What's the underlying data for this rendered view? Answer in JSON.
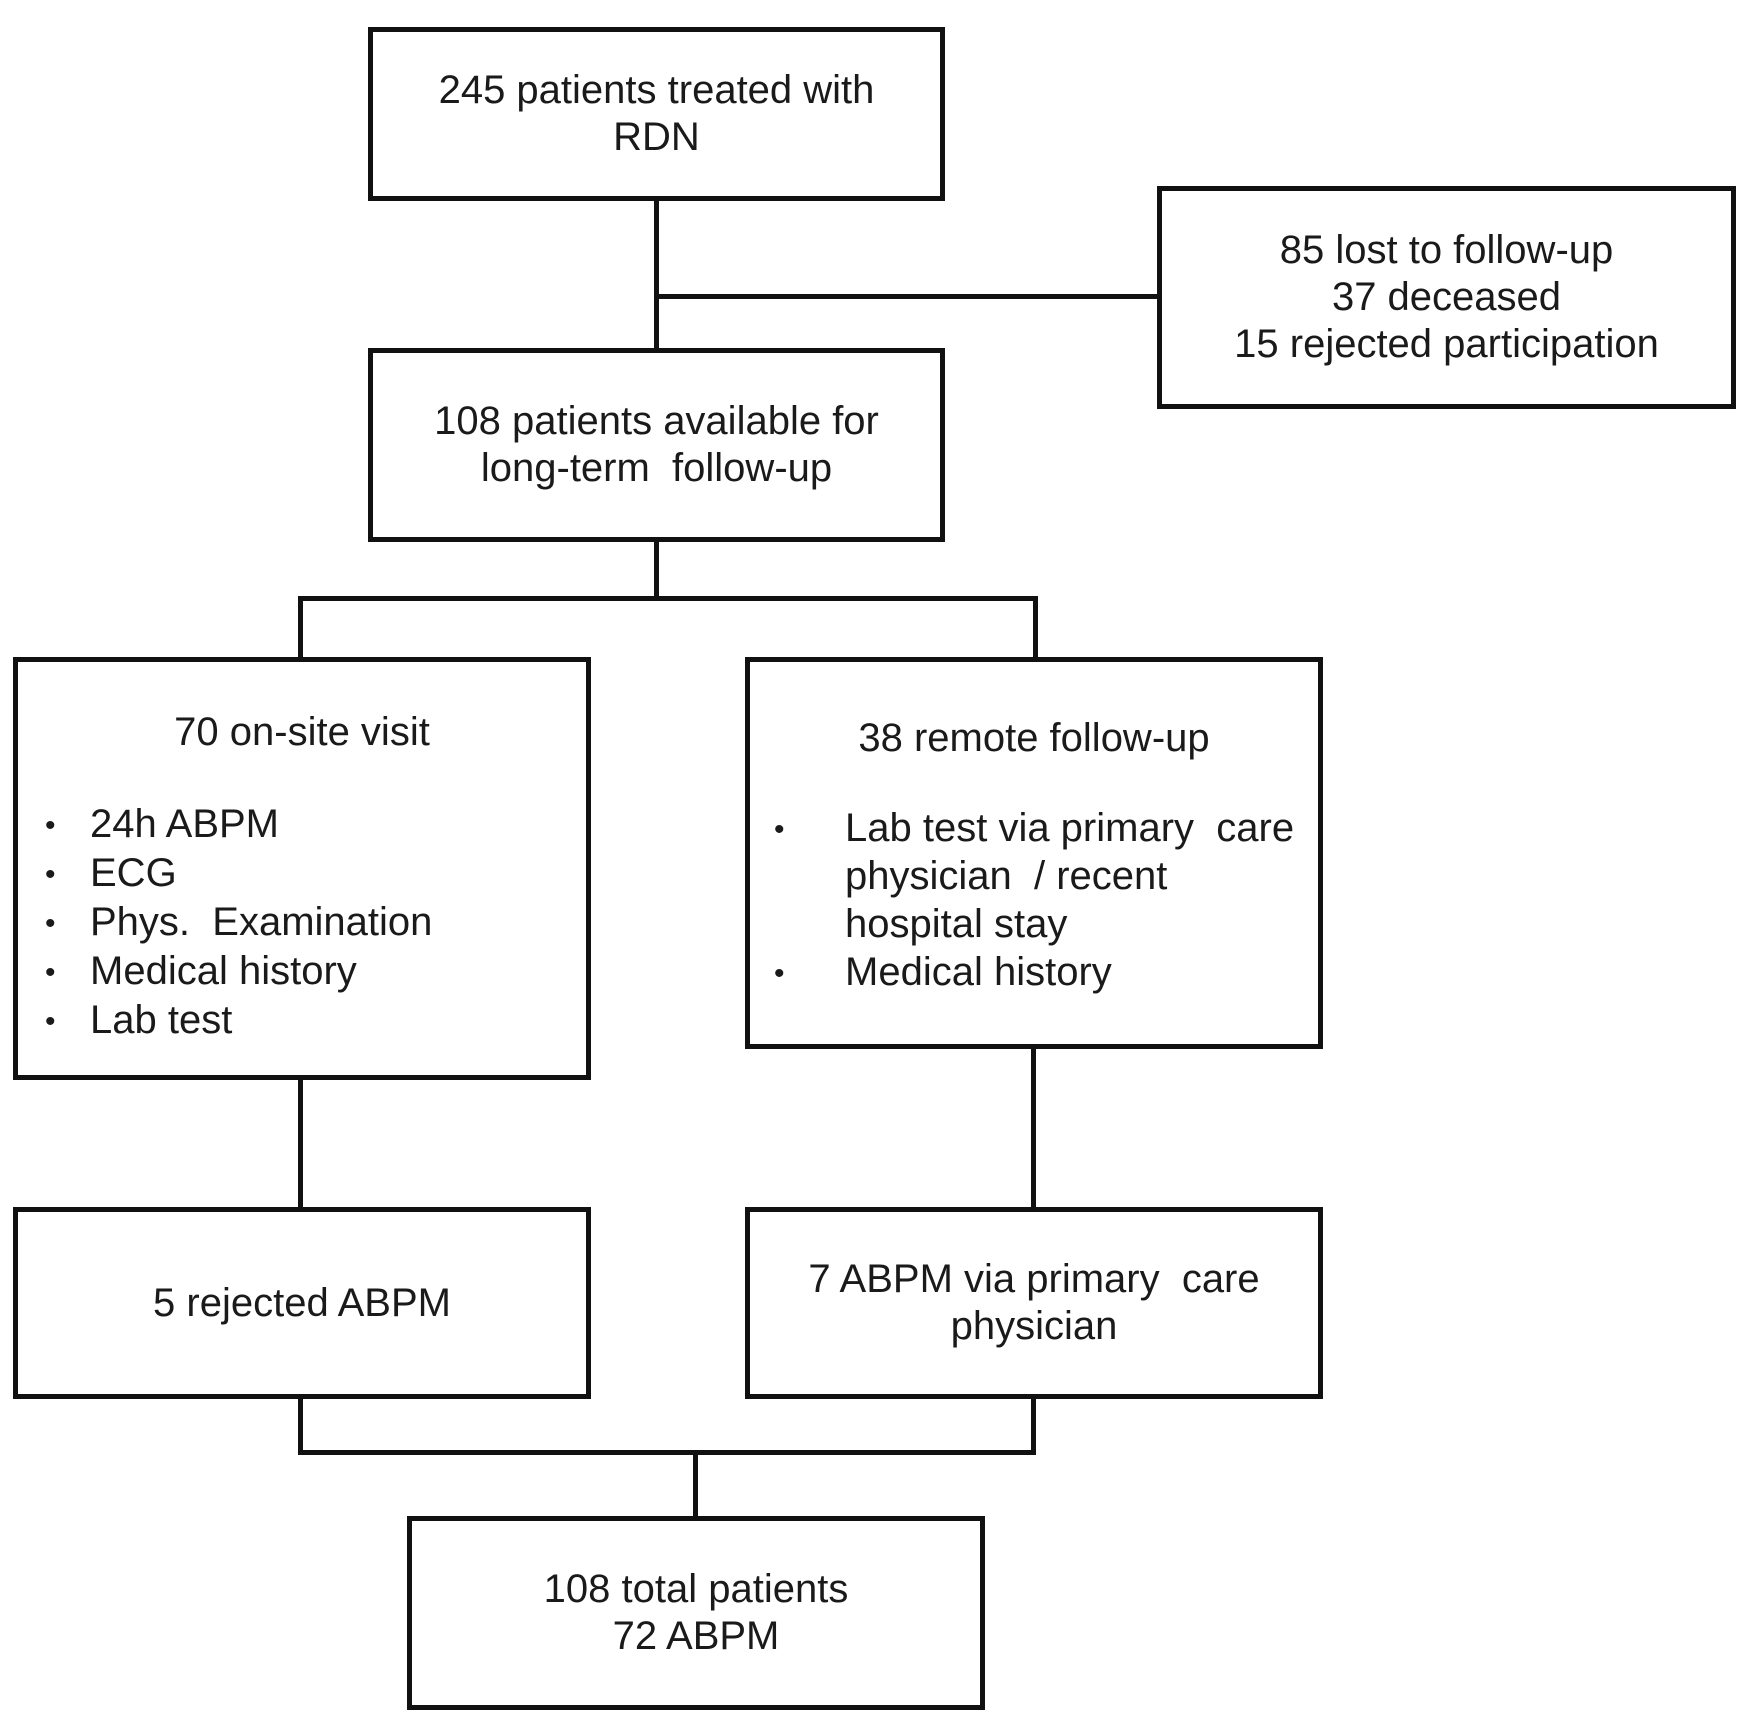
{
  "flowchart": {
    "treated": {
      "lines": [
        "245 patients treated with",
        "RDN"
      ]
    },
    "excluded": {
      "lines": [
        "85 lost to follow-up",
        "37 deceased",
        "15 rejected participation"
      ]
    },
    "available": {
      "lines": [
        "108 patients available for",
        "long-term  follow-up"
      ]
    },
    "onsite": {
      "title": "70 on-site visit",
      "items": [
        "24h ABPM",
        "ECG",
        "Phys.  Examination",
        "Medical history",
        "Lab test"
      ]
    },
    "remote": {
      "title": "38 remote follow-up",
      "items": [
        {
          "lines": [
            "Lab test via primary  care",
            "physician  / recent",
            "hospital stay"
          ]
        },
        {
          "lines": [
            "Medical history"
          ]
        }
      ]
    },
    "rejected_abpm": {
      "lines": [
        "5 rejected ABPM"
      ]
    },
    "abpm_primary": {
      "lines": [
        "7 ABPM via primary  care",
        "physician"
      ]
    },
    "total": {
      "lines": [
        "108 total patients",
        "72 ABPM"
      ]
    },
    "bullet_symbol": "•"
  }
}
